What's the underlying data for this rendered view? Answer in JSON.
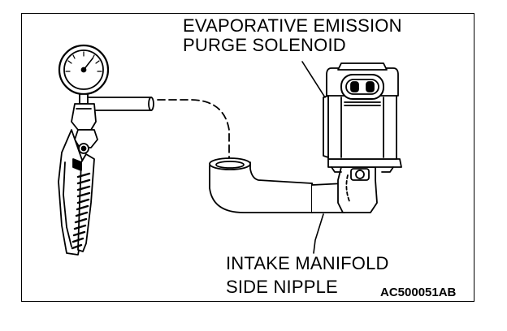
{
  "labels": {
    "solenoid_line1": "EVAPORATIVE EMISSION",
    "solenoid_line2": "PURGE SOLENOID",
    "nipple_line1": "INTAKE MANIFOLD",
    "nipple_line2": "SIDE NIPPLE",
    "figure_code": "AC500051AB"
  },
  "colors": {
    "ink": "#000000",
    "paper": "#ffffff"
  }
}
